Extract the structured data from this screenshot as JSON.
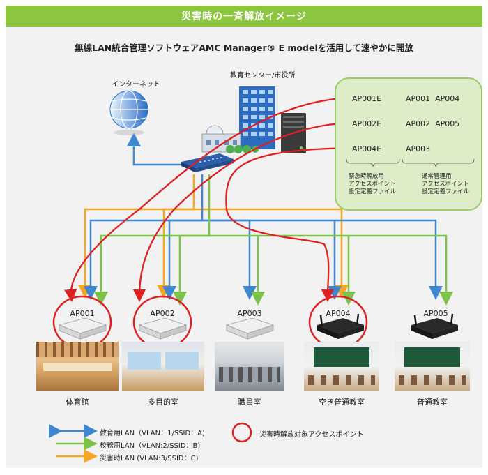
{
  "title": "災害時の一斉解放イメージ",
  "subtitle": "無線LAN統合管理ソフトウェアAMC Manager® E modelを活用して速やかに開放",
  "labels": {
    "internet": "インターネット",
    "center": "教育センター/市役所"
  },
  "panel": {
    "emergency_ids": [
      "AP001E",
      "AP002E",
      "AP004E"
    ],
    "normal_ids": [
      "AP001  AP004",
      "AP002  AP005",
      "AP003"
    ],
    "emergency_note": [
      "緊急時解放用",
      "アクセスポイント",
      "設定定義ファイル"
    ],
    "normal_note": [
      "通常管理用",
      "アクセスポイント",
      "設定定義ファイル"
    ]
  },
  "access_points": [
    {
      "id": "AP001",
      "room": "体育館",
      "highlighted": true
    },
    {
      "id": "AP002",
      "room": "多目的室",
      "highlighted": true
    },
    {
      "id": "AP003",
      "room": "職員室",
      "highlighted": false
    },
    {
      "id": "AP004",
      "room": "空き普通教室",
      "highlighted": true
    },
    {
      "id": "AP005",
      "room": "普通教室",
      "highlighted": false
    }
  ],
  "legend": {
    "education_lan": "教育用LAN（VLAN：1/SSID：A)",
    "school_lan": "校務用LAN（VLAN:2/SSID：B)",
    "disaster_lan": "災害時LAN (VLAN:3/SSID：C)",
    "target_ap": "災害時解放対象アクセスポイント"
  },
  "colors": {
    "banner": "#8cc63f",
    "education_lan": "#3f88cf",
    "school_lan": "#7cc24a",
    "disaster_lan": "#f5a623",
    "highlight": "#e02020"
  }
}
